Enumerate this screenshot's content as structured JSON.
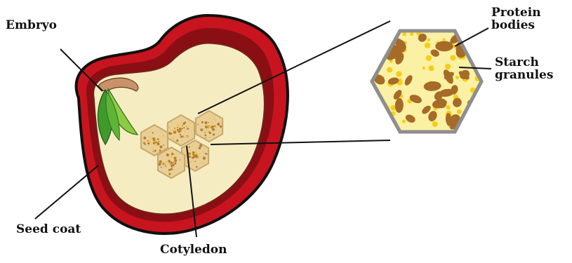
{
  "labels": {
    "embryo": "Embryo",
    "seed_coat": "Seed coat",
    "cotyledon": "Cotyledon",
    "protein_bodies": [
      "Protein",
      "bodies"
    ],
    "starch_granules": [
      "Starch",
      "granules"
    ]
  },
  "colors": {
    "seed_coat": "#c8141e",
    "seed_coat_dark": "#8a0f14",
    "outline": "#111111",
    "cotyledon_fill": "#f6ecc2",
    "embryo_leaf": "#3f9a2c",
    "embryo_leaf_light": "#8ccc45",
    "embryo_stalk": "#c9926a",
    "cell_fill": "#e9cf97",
    "cell_stroke": "#c7a86a",
    "protein_body": "#a56b27",
    "starch_granule": "#f5cf16",
    "hex_fill": "#fbf1a4",
    "hex_border": "#8e8e8e"
  }
}
